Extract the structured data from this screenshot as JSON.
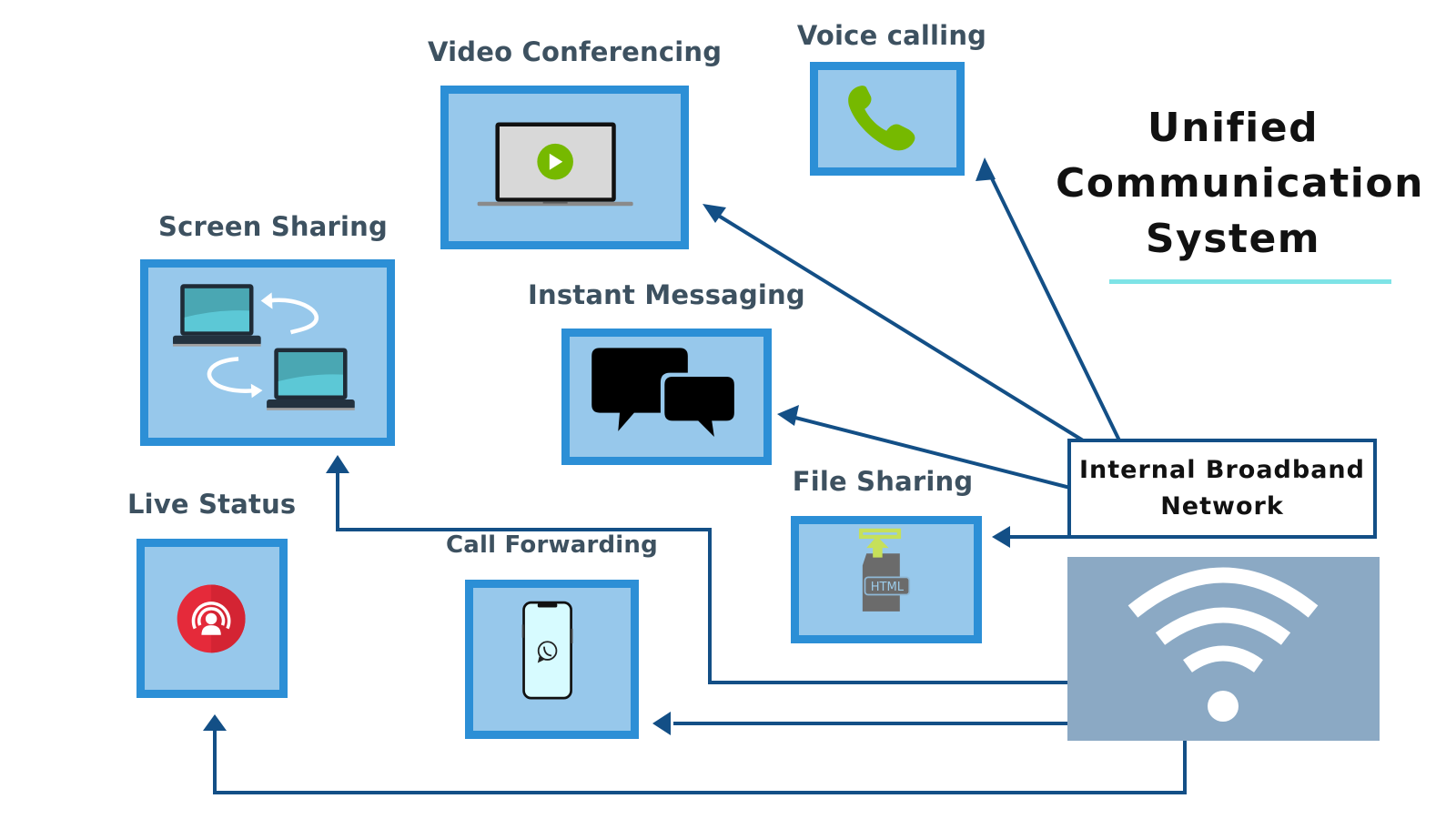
{
  "title": {
    "lines": [
      "Unified",
      "Communication",
      "System"
    ]
  },
  "network": {
    "label_line1": "Internal Broadband",
    "label_line2": "Network",
    "icon": "wifi-icon"
  },
  "features": [
    {
      "id": "video-conferencing",
      "label": "Video Conferencing",
      "icon": "laptop-play-icon"
    },
    {
      "id": "voice-calling",
      "label": "Voice calling",
      "icon": "phone-icon"
    },
    {
      "id": "screen-sharing",
      "label": "Screen Sharing",
      "icon": "laptops-exchange-icon"
    },
    {
      "id": "instant-messaging",
      "label": "Instant Messaging",
      "icon": "chat-bubbles-icon"
    },
    {
      "id": "file-sharing",
      "label": "File Sharing",
      "icon": "html-file-upload-icon"
    },
    {
      "id": "live-status",
      "label": "Live Status",
      "icon": "live-broadcast-user-icon"
    },
    {
      "id": "call-forwarding",
      "label": "Call Forwarding",
      "icon": "smartphone-whatsapp-icon"
    }
  ],
  "colors": {
    "tile_fill": "#97c8eb",
    "tile_border": "#2c8fd6",
    "connector": "#134f86",
    "label_text": "#3d5160",
    "wifi_panel": "#8ba9c4",
    "accent_underline": "#7ee3e6",
    "green_icon": "#76b900",
    "live_red": "#e52a3a"
  }
}
